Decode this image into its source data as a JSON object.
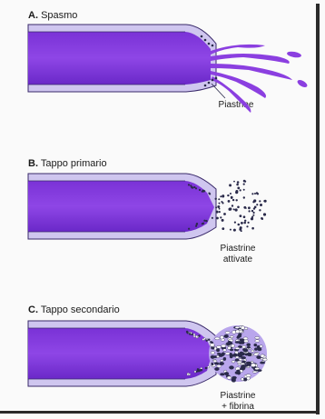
{
  "panels": [
    {
      "letter": "A.",
      "title": "Spasmo",
      "label_lines": [
        "Piastrine"
      ]
    },
    {
      "letter": "B.",
      "title": "Tappo primario",
      "label_lines": [
        "Piastrine",
        "attivate"
      ]
    },
    {
      "letter": "C.",
      "title": "Tappo secondario",
      "label_lines": [
        "Piastrine",
        "+ fibrina"
      ]
    }
  ],
  "colors": {
    "lumen": "#8b3fe0",
    "lumen_dark": "#5a1fa8",
    "vessel_wall": "#cfc6ef",
    "wall_outline": "#3a2a6a",
    "platelet": "#2a2a4a",
    "fibrin": "#7a5ad8"
  }
}
